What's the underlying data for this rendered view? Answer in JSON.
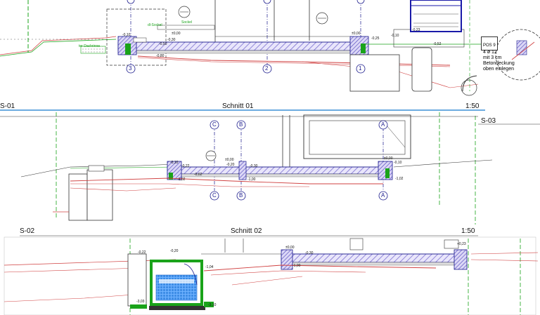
{
  "sections": [
    {
      "id": "S-01",
      "title": "Schnitt 01",
      "scale": "1:50"
    },
    {
      "id": "S-02",
      "title": "Schnitt 02",
      "scale": "1:50"
    },
    {
      "id": "S-03"
    }
  ],
  "axes_top": [
    "3",
    "2",
    "1"
  ],
  "axes_mid": [
    "C",
    "B",
    "A"
  ],
  "levels_top": [
    "-0,10",
    "±0,00",
    "-0,30",
    "-0,50",
    "-0,80",
    "±0,00",
    "-0,25",
    "-0,10",
    "-0,23",
    "-0,52"
  ],
  "levels_mid": [
    "-0,10",
    "-0,22",
    "±0,00",
    "-0,20",
    "-0,62",
    "-1,02",
    "-0,30",
    "-1,00",
    "±0,00",
    "-0,10",
    "-1,02"
  ],
  "levels_bottom": [
    "-0,22",
    "-0,20",
    "±0,00",
    "-0,30",
    "-1,04",
    "-1,00",
    "-3,03",
    "-3,10",
    "+0,23"
  ],
  "pos_note": {
    "tag": "POS 9",
    "lines": [
      "4 ø 12",
      "mit 3 cm",
      "Betondeckung",
      "oben einlegen"
    ]
  },
  "callouts": [
    "dl-Sockel",
    "Sockel",
    "ter Dachrinne"
  ],
  "colors": {
    "outline": "#1a1a8c",
    "hatch": "#7a6fd0",
    "rebar": "#d24040",
    "green": "#1aa31a",
    "accent": "#3b8fd6"
  }
}
